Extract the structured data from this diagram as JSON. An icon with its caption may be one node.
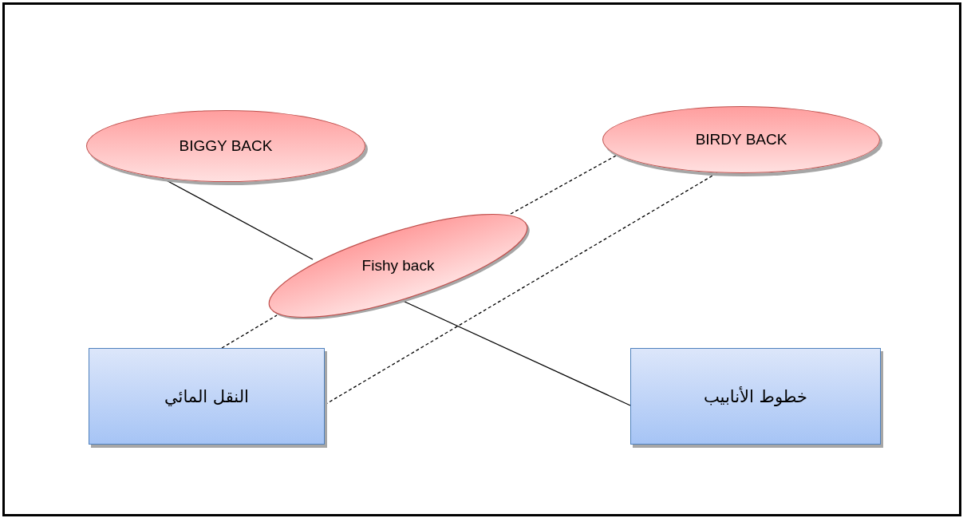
{
  "diagram": {
    "nodes": [
      {
        "text": [
          "BIGGY BACK"
        ]
      },
      {
        "text": [
          "BIRDY BACK"
        ]
      },
      {
        "text": [
          "Fishy back"
        ]
      },
      {
        "text": [
          "النقل المائي"
        ]
      },
      {
        "text": [
          "خطوط الأنابيب"
        ]
      }
    ],
    "edges": [
      {
        "from": 0,
        "to": 2,
        "arrow": "none"
      },
      {
        "from": 2,
        "to": 4,
        "arrow": "none"
      },
      {
        "from": 3,
        "to": 2,
        "arrow": "none",
        "style": "dashed"
      },
      {
        "from": 2,
        "to": 1,
        "arrow": "none",
        "style": "dashed"
      },
      {
        "from": 3,
        "to": 1,
        "arrow": "none",
        "style": "dashed"
      }
    ]
  }
}
